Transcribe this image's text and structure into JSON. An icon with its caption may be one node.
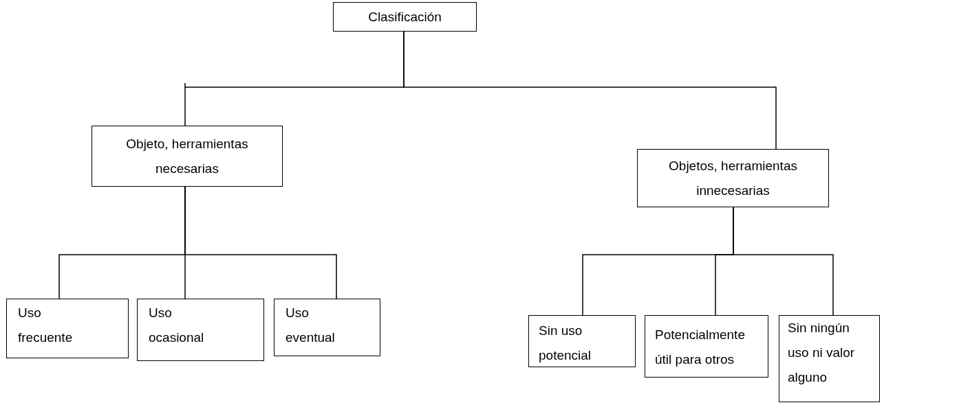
{
  "diagram": {
    "nodes": [
      {
        "text": [
          "Clasificación"
        ]
      },
      {
        "text": [
          "Objeto, herramientas necesarias"
        ]
      },
      {
        "text": [
          "Objetos, herramientas innecesarias"
        ]
      },
      {
        "text": [
          "Uso frecuente"
        ]
      },
      {
        "text": [
          "Uso ocasional"
        ]
      },
      {
        "text": [
          "Uso eventual"
        ]
      },
      {
        "text": [
          "Sin uso potencial"
        ]
      },
      {
        "text": [
          "Potencialmente útil para otros"
        ]
      },
      {
        "text": [
          "Sin ningún uso ni valor alguno"
        ]
      }
    ],
    "edges": [
      {
        "from": 0,
        "to": 1,
        "arrow": "none"
      },
      {
        "from": 0,
        "to": 2,
        "arrow": "none"
      },
      {
        "from": 1,
        "to": 3,
        "arrow": "none"
      },
      {
        "from": 1,
        "to": 4,
        "arrow": "none"
      },
      {
        "from": 1,
        "to": 5,
        "arrow": "none"
      },
      {
        "from": 2,
        "to": 6,
        "arrow": "none"
      },
      {
        "from": 2,
        "to": 7,
        "arrow": "none"
      },
      {
        "from": 2,
        "to": 8,
        "arrow": "none"
      }
    ]
  }
}
